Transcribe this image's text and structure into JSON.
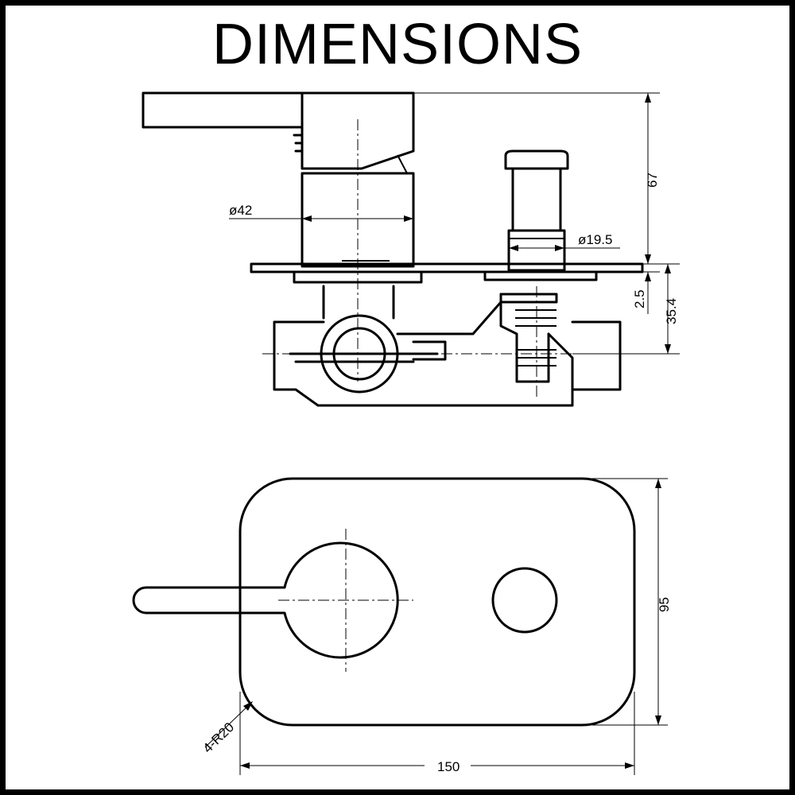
{
  "title": "DIMENSIONS",
  "dimensions": {
    "handle_diameter": "ø42",
    "button_diameter": "ø19.5",
    "total_depth": "67",
    "plate_thickness": "2.5",
    "plate_to_body_center": "35.4",
    "plate_height": "95",
    "plate_width": "150",
    "corner_radius": "4-R20"
  }
}
